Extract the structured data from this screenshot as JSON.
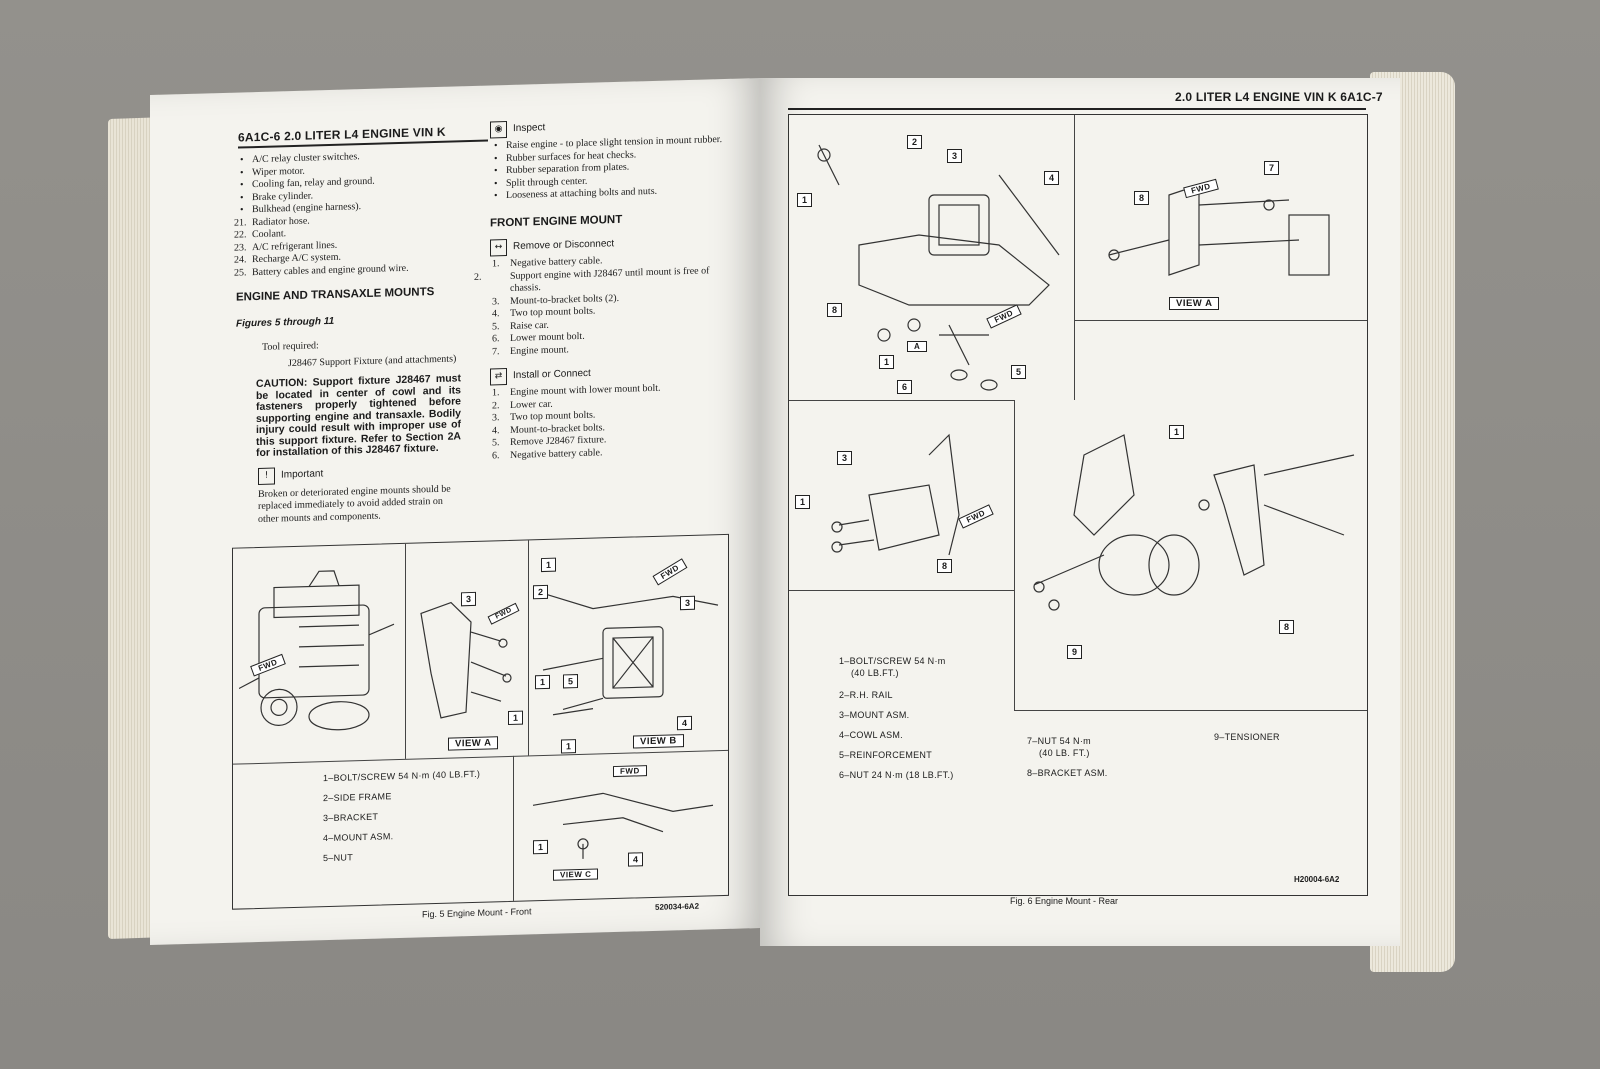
{
  "left_page": {
    "running_head": "6A1C-6 2.0 LITER L4 ENGINE VIN K",
    "bullets": [
      "A/C relay cluster switches.",
      "Wiper motor.",
      "Cooling fan, relay and ground.",
      "Brake cylinder.",
      "Bulkhead (engine harness)."
    ],
    "steps": [
      {
        "n": "21.",
        "t": "Radiator hose."
      },
      {
        "n": "22.",
        "t": "Coolant."
      },
      {
        "n": "23.",
        "t": "A/C refrigerant lines."
      },
      {
        "n": "24.",
        "t": "Recharge A/C system."
      },
      {
        "n": "25.",
        "t": "Battery cables and engine ground wire."
      }
    ],
    "section_heading": "ENGINE AND TRANSAXLE MOUNTS",
    "figures_ref": "Figures 5 through 11",
    "tool_required": "Tool required:",
    "tool": "J28467 Support Fixture (and attachments)",
    "caution": "CAUTION: Support fixture J28467 must be located in center of cowl and its fasteners properly tightened before supporting engine and transaxle. Bodily injury could result with improper use of this support fixture. Refer to Section 2A for installation of this J28467 fixture.",
    "important_label": "Important",
    "important_text": "Broken or deteriorated engine mounts should be replaced immediately to avoid added strain on other mounts and components.",
    "inspect_label": "Inspect",
    "inspect_items": [
      "Raise engine - to place slight tension in mount rubber.",
      "Rubber surfaces for heat checks.",
      "Rubber separation from plates.",
      "Split through center.",
      "Looseness at attaching bolts and nuts."
    ],
    "front_heading": "FRONT ENGINE MOUNT",
    "remove_label": "Remove or Disconnect",
    "remove_steps": [
      {
        "n": "1.",
        "t": "Negative battery cable."
      },
      {
        "n": "2.",
        "t": "Support engine with J28467 until mount is free of chassis."
      },
      {
        "n": "3.",
        "t": "Mount-to-bracket bolts (2)."
      },
      {
        "n": "4.",
        "t": "Two top mount bolts."
      },
      {
        "n": "5.",
        "t": "Raise car."
      },
      {
        "n": "6.",
        "t": "Lower mount bolt."
      },
      {
        "n": "7.",
        "t": "Engine mount."
      }
    ],
    "install_label": "Install or Connect",
    "install_steps": [
      {
        "n": "1.",
        "t": "Engine mount with lower mount bolt."
      },
      {
        "n": "2.",
        "t": "Lower car."
      },
      {
        "n": "3.",
        "t": "Two top mount bolts."
      },
      {
        "n": "4.",
        "t": "Mount-to-bracket bolts."
      },
      {
        "n": "5.",
        "t": "Remove J28467 fixture."
      },
      {
        "n": "6.",
        "t": "Negative battery cable."
      }
    ],
    "figure": {
      "legend": [
        "1–BOLT/SCREW 54 N·m (40 LB.FT.)",
        "2–SIDE FRAME",
        "3–BRACKET",
        "4–MOUNT ASM.",
        "5–NUT"
      ],
      "view_a": "VIEW A",
      "view_b": "VIEW B",
      "view_c": "VIEW C",
      "fwd": "FWD",
      "caption": "Fig. 5 Engine Mount - Front",
      "id": "520034-6A2"
    }
  },
  "right_page": {
    "running_head": "2.0 LITER L4 ENGINE VIN K 6A1C-7",
    "figure": {
      "view_a": "VIEW A",
      "fwd": "FWD",
      "legend_left": [
        "1–BOLT/SCREW 54 N·m",
        "(40 LB.FT.)",
        "2–R.H. RAIL",
        "3–MOUNT ASM.",
        "4–COWL ASM.",
        "5–REINFORCEMENT",
        "6–NUT 24 N·m (18 LB.FT.)"
      ],
      "legend_mid": [
        "7–NUT 54 N·m",
        "(40 LB. FT.)",
        "8–BRACKET ASM."
      ],
      "legend_right": "9–TENSIONER",
      "caption": "Fig. 6 Engine Mount - Rear",
      "id": "H20004-6A2"
    }
  }
}
